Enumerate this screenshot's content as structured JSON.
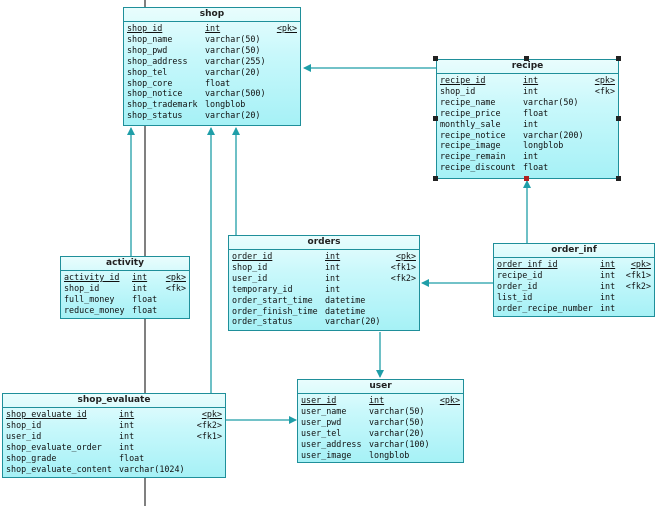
{
  "colors": {
    "line": "#1f9ea8",
    "frame": "#1f8f9a",
    "fill": "#b8f4f8"
  },
  "entities": {
    "shop": {
      "title": "shop",
      "rows": [
        {
          "name": "shop_id",
          "type": "int",
          "key": "<pk>"
        },
        {
          "name": "shop_name",
          "type": "varchar(50)",
          "key": ""
        },
        {
          "name": "shop_pwd",
          "type": "varchar(50)",
          "key": ""
        },
        {
          "name": "shop_address",
          "type": "varchar(255)",
          "key": ""
        },
        {
          "name": "shop_tel",
          "type": "varchar(20)",
          "key": ""
        },
        {
          "name": "shop_core",
          "type": "float",
          "key": ""
        },
        {
          "name": "shop_notice",
          "type": "varchar(500)",
          "key": ""
        },
        {
          "name": "shop_trademark",
          "type": "longblob",
          "key": ""
        },
        {
          "name": "shop_status",
          "type": "varchar(20)",
          "key": ""
        }
      ]
    },
    "recipe": {
      "title": "recipe",
      "rows": [
        {
          "name": "recipe_id",
          "type": "int",
          "key": "<pk>"
        },
        {
          "name": "shop_id",
          "type": "int",
          "key": "<fk>"
        },
        {
          "name": "recipe_name",
          "type": "varchar(50)",
          "key": ""
        },
        {
          "name": "recipe_price",
          "type": "float",
          "key": ""
        },
        {
          "name": "monthly_sale",
          "type": "int",
          "key": ""
        },
        {
          "name": "recipe_notice",
          "type": "varchar(200)",
          "key": ""
        },
        {
          "name": "recipe_image",
          "type": "longblob",
          "key": ""
        },
        {
          "name": "recipe_remain",
          "type": "int",
          "key": ""
        },
        {
          "name": "recipe_discount",
          "type": "float",
          "key": ""
        }
      ]
    },
    "activity": {
      "title": "activity",
      "rows": [
        {
          "name": "activity_id",
          "type": "int",
          "key": "<pk>"
        },
        {
          "name": "shop_id",
          "type": "int",
          "key": "<fk>"
        },
        {
          "name": "full_money",
          "type": "float",
          "key": ""
        },
        {
          "name": "reduce_money",
          "type": "float",
          "key": ""
        }
      ]
    },
    "orders": {
      "title": "orders",
      "rows": [
        {
          "name": "order_id",
          "type": "int",
          "key": "<pk>"
        },
        {
          "name": "shop_id",
          "type": "int",
          "key": "<fk1>"
        },
        {
          "name": "user_id",
          "type": "int",
          "key": "<fk2>"
        },
        {
          "name": "temporary_id",
          "type": "int",
          "key": ""
        },
        {
          "name": "order_start_time",
          "type": "datetime",
          "key": ""
        },
        {
          "name": "order_finish_time",
          "type": "datetime",
          "key": ""
        },
        {
          "name": "order_status",
          "type": "varchar(20)",
          "key": ""
        }
      ]
    },
    "order_inf": {
      "title": "order_inf",
      "rows": [
        {
          "name": "order_inf_id",
          "type": "int",
          "key": "<pk>"
        },
        {
          "name": "recipe_id",
          "type": "int",
          "key": "<fk1>"
        },
        {
          "name": "order_id",
          "type": "int",
          "key": "<fk2>"
        },
        {
          "name": "list_id",
          "type": "int",
          "key": ""
        },
        {
          "name": "order_recipe_number",
          "type": "int",
          "key": ""
        }
      ]
    },
    "shop_evaluate": {
      "title": "shop_evaluate",
      "rows": [
        {
          "name": "shop_evaluate_id",
          "type": "int",
          "key": "<pk>"
        },
        {
          "name": "shop_id",
          "type": "int",
          "key": "<fk2>"
        },
        {
          "name": "user_id",
          "type": "int",
          "key": "<fk1>"
        },
        {
          "name": "shop_evaluate_order",
          "type": "int",
          "key": ""
        },
        {
          "name": "shop_grade",
          "type": "float",
          "key": ""
        },
        {
          "name": "shop_evaluate_content",
          "type": "varchar(1024)",
          "key": ""
        }
      ]
    },
    "user": {
      "title": "user",
      "rows": [
        {
          "name": "user_id",
          "type": "int",
          "key": "<pk>"
        },
        {
          "name": "user_name",
          "type": "varchar(50)",
          "key": ""
        },
        {
          "name": "user_pwd",
          "type": "varchar(50)",
          "key": ""
        },
        {
          "name": "user_tel",
          "type": "varchar(20)",
          "key": ""
        },
        {
          "name": "user_address",
          "type": "varchar(100)",
          "key": ""
        },
        {
          "name": "user_image",
          "type": "longblob",
          "key": ""
        }
      ]
    }
  }
}
